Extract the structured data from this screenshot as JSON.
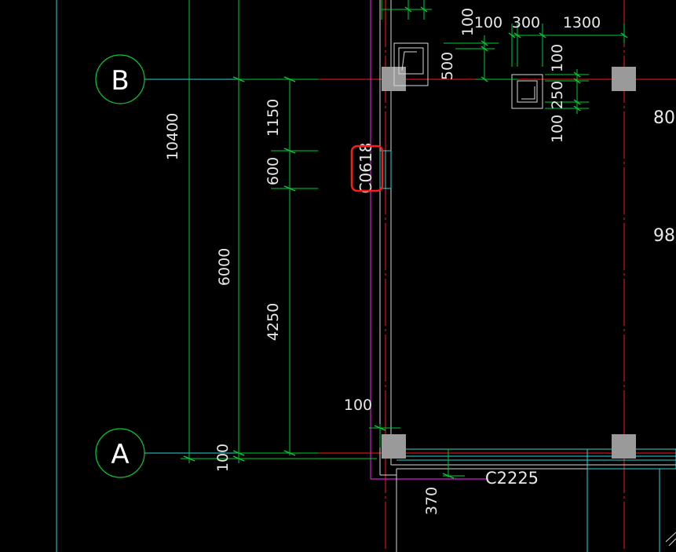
{
  "drawing": {
    "grid_axes": [
      {
        "label": "B"
      },
      {
        "label": "A"
      }
    ],
    "dimensions": {
      "overall_10400": "10400",
      "span_6000": "6000",
      "seg_1150": "1150",
      "seg_600": "600",
      "seg_4250": "4250",
      "seg_100_bottom": "100",
      "seg_100_left": "100",
      "top_100_a": "100",
      "top_100_b": "100",
      "top_300": "300",
      "top_1300": "1300",
      "top_500": "500",
      "right_100_a": "100",
      "right_250": "250",
      "right_100_b": "100",
      "wall_370": "370",
      "edge_80": "80.",
      "edge_98": "98."
    },
    "openings": {
      "highlighted_window": "C0618",
      "bottom_window": "C2225"
    },
    "colors": {
      "background": "#000000",
      "dimension_green": "#00cc33",
      "axis_red": "#ff1a1a",
      "wall_white": "#e0e0e0",
      "frame_magenta": "#d01fd0",
      "cyan_line": "#2fd6d6",
      "column_grey": "#9a9a9a",
      "highlight_red": "#ff1a1a"
    }
  }
}
